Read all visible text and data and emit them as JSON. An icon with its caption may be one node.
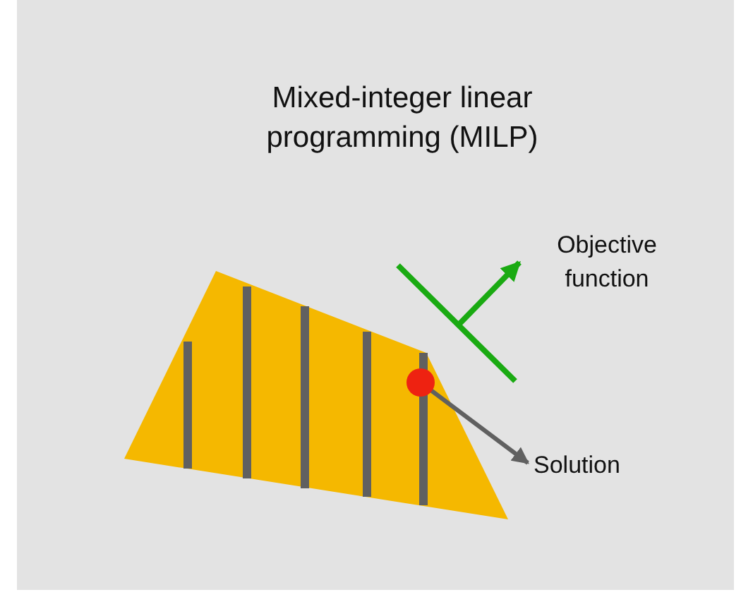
{
  "diagram": {
    "title": "Mixed-integer linear programming (MILP)",
    "nodes": [
      {
        "text": [],
        "shape": "circle"
      },
      {
        "text": [
          "Solution"
        ]
      }
    ],
    "edges": [
      {
        "from": 0,
        "to": 1,
        "arrow": "to"
      }
    ],
    "labels": [
      "Objective function"
    ]
  }
}
